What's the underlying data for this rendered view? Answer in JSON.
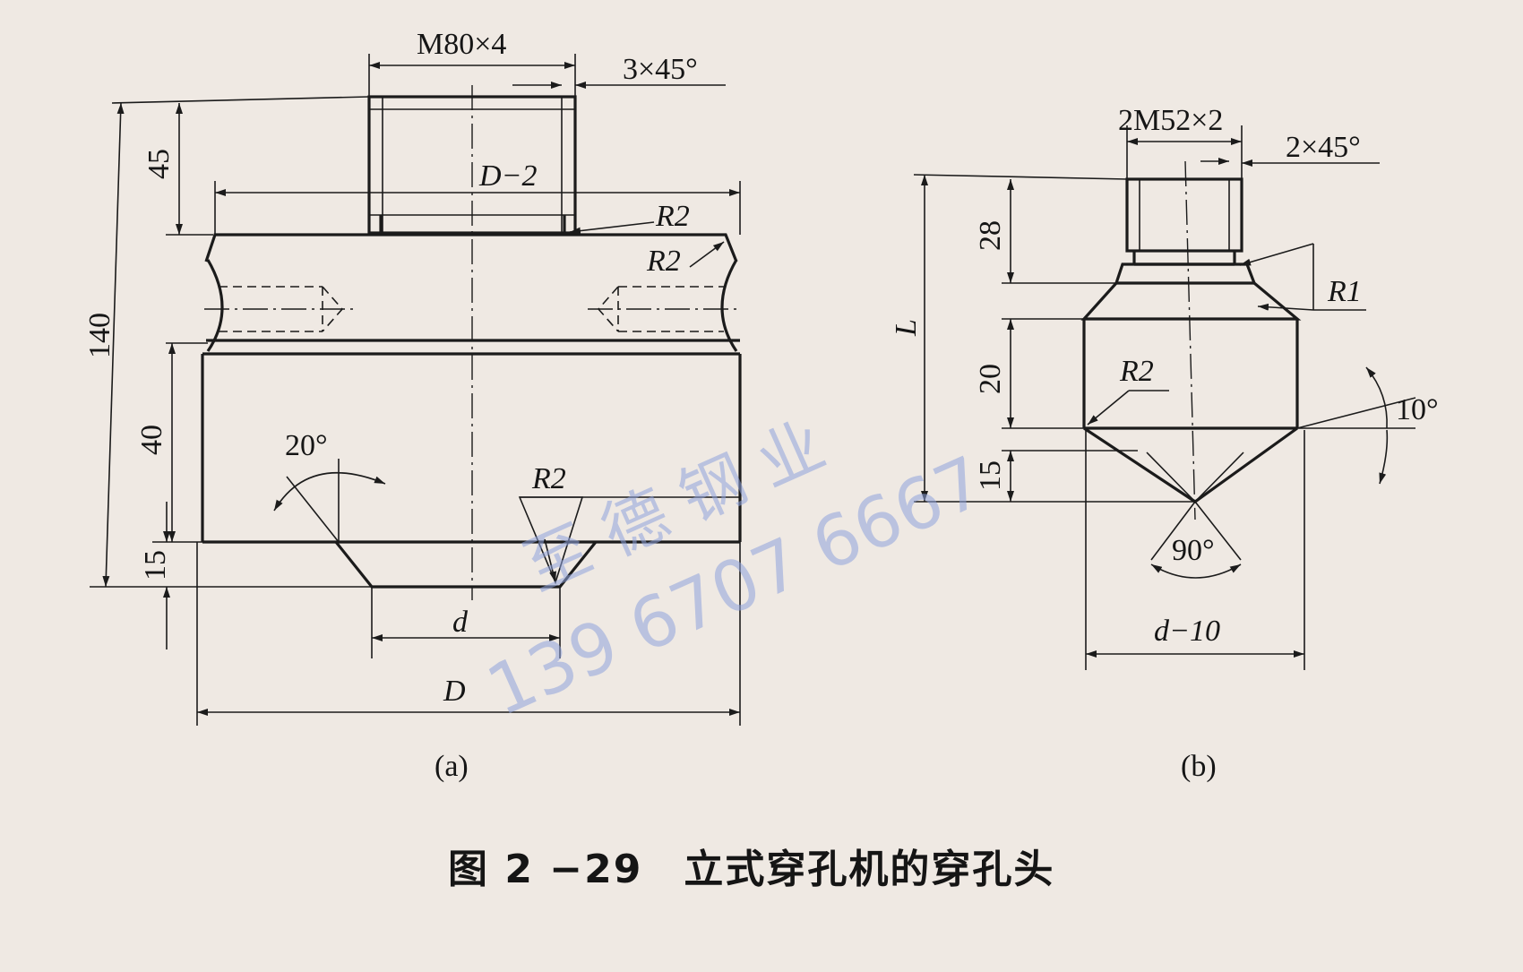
{
  "figure_a": {
    "thread_label": "M80×4",
    "chamfer_top": "3×45°",
    "width_top": "D−2",
    "radius_1": "R2",
    "radius_2": "R2",
    "radius_3": "R2",
    "height_total": "140",
    "height_top": "45",
    "height_mid": "40",
    "height_bottom": "15",
    "angle": "20°",
    "inner_diameter": "d",
    "outer_diameter": "D",
    "sublabel": "(a)"
  },
  "figure_b": {
    "thread_label": "2M52×2",
    "chamfer_top": "2×45°",
    "radius_top": "R1",
    "radius_side": "R2",
    "angle_side": "10°",
    "angle_tip": "90°",
    "length": "L",
    "height_top": "28",
    "height_mid": "20",
    "height_bottom": "15",
    "diameter": "d−10",
    "sublabel": "(b)"
  },
  "caption": "图 2 −29　立式穿孔机的穿孔头",
  "watermark": {
    "line1": "至 德 钢 业",
    "line2": "139 6707 6667"
  }
}
